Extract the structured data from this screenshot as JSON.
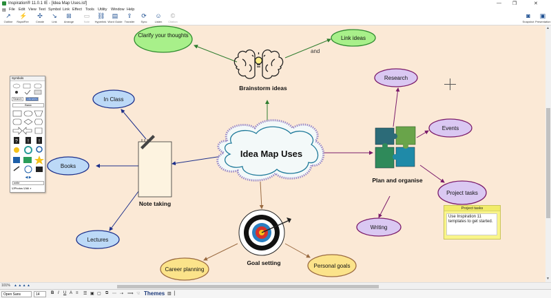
{
  "window": {
    "title": "Inspiration® 11.0.1 IE - [Idea Map Uses.isf]"
  },
  "menu": [
    "File",
    "Edit",
    "View",
    "Text",
    "Symbol",
    "Link",
    "Effect",
    "Tools",
    "Utility",
    "Window",
    "Help"
  ],
  "toolbar": {
    "left": [
      {
        "label": "Outline",
        "icon": "outline-icon"
      },
      {
        "label": "RapidFire",
        "icon": "rapidfire-icon"
      },
      {
        "label": "Create",
        "icon": "create-icon"
      },
      {
        "label": "Link",
        "icon": "link-icon"
      },
      {
        "label": "Arrange",
        "icon": "arrange-icon"
      },
      {
        "label": "Note",
        "icon": "note-icon"
      },
      {
        "label": "Hyperlink",
        "icon": "hyperlink-icon"
      },
      {
        "label": "Word Guide",
        "icon": "word-guide-icon"
      },
      {
        "label": "Transfer",
        "icon": "transfer-icon"
      },
      {
        "label": "Sync",
        "icon": "sync-icon"
      },
      {
        "label": "Listen",
        "icon": "listen-icon"
      },
      {
        "label": "Citation",
        "icon": "citation-icon"
      }
    ],
    "right": [
      {
        "label": "Snapshot",
        "icon": "camera-icon"
      },
      {
        "label": "Presentation",
        "icon": "presentation-icon"
      }
    ]
  },
  "map": {
    "central": "Idea Map Uses",
    "brainstorm": "Brainstorm ideas",
    "clarify": "Clarify your thoughts",
    "link_ideas": "Link ideas",
    "link_label_and": "and",
    "note_taking": "Note taking",
    "in_class": "In Class",
    "books": "Books",
    "lectures": "Lectures",
    "plan": "Plan and organise",
    "research": "Research",
    "events": "Events",
    "project_tasks": "Project tasks",
    "writing": "Writing",
    "goal": "Goal setting",
    "career": "Career planning",
    "personal": "Personal goals"
  },
  "note": {
    "title": "Project tasks",
    "body": "Use Inspiration 11 templates to get started."
  },
  "palette": {
    "title": "Symbols",
    "tabs": [
      "Search",
      "Libraries"
    ],
    "library": "Basic",
    "search_value": "write",
    "options": [
      "Photos",
      "All"
    ]
  },
  "status": {
    "zoom": "101%"
  },
  "format": {
    "font": "Open Sans",
    "size": "14",
    "themes_label": "Themes"
  },
  "colors": {
    "canvas": "#fbe9d6",
    "green_node": "#a8f08a",
    "blue_node": "#bcd9f7",
    "purple_node": "#dac8f2",
    "yellow_node": "#fbe38a",
    "note_yellow": "#f9f58a"
  }
}
